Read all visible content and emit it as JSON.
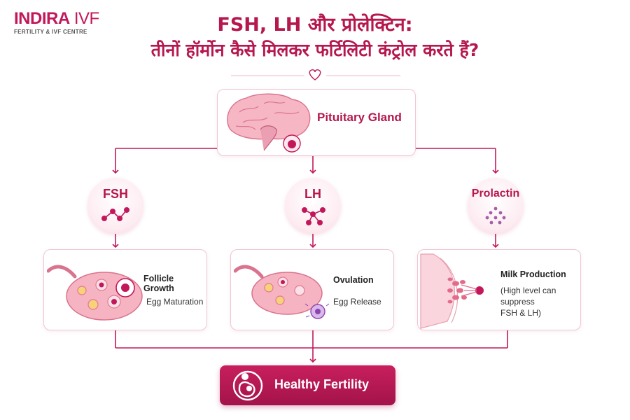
{
  "logo": {
    "brand_bold": "INDIRA",
    "brand_light": " IVF",
    "tagline": "FERTILITY & IVF CENTRE"
  },
  "title": {
    "line1": "FSH, LH और प्रोलेक्टिन:",
    "line2": "तीनों हॉर्मोन कैसे मिलकर फर्टिलिटी कंट्रोल करते हैं?"
  },
  "source": {
    "label": "Pituitary Gland"
  },
  "hormones": [
    {
      "name": "FSH",
      "effect_title": "Follicle Growth",
      "effect_sub": "Egg Maturation"
    },
    {
      "name": "LH",
      "effect_title": "Ovulation",
      "effect_sub": "Egg Release"
    },
    {
      "name": "Prolactin",
      "effect_title": "Milk Production",
      "effect_note": [
        "(High level can",
        "suppress",
        "FSH & LH)"
      ]
    }
  ],
  "result": {
    "label": "Healthy Fertility"
  },
  "colors": {
    "primary": "#b5174e",
    "accent": "#c2185b",
    "line": "#c2185b",
    "soft_pink": "#f8d5df"
  }
}
